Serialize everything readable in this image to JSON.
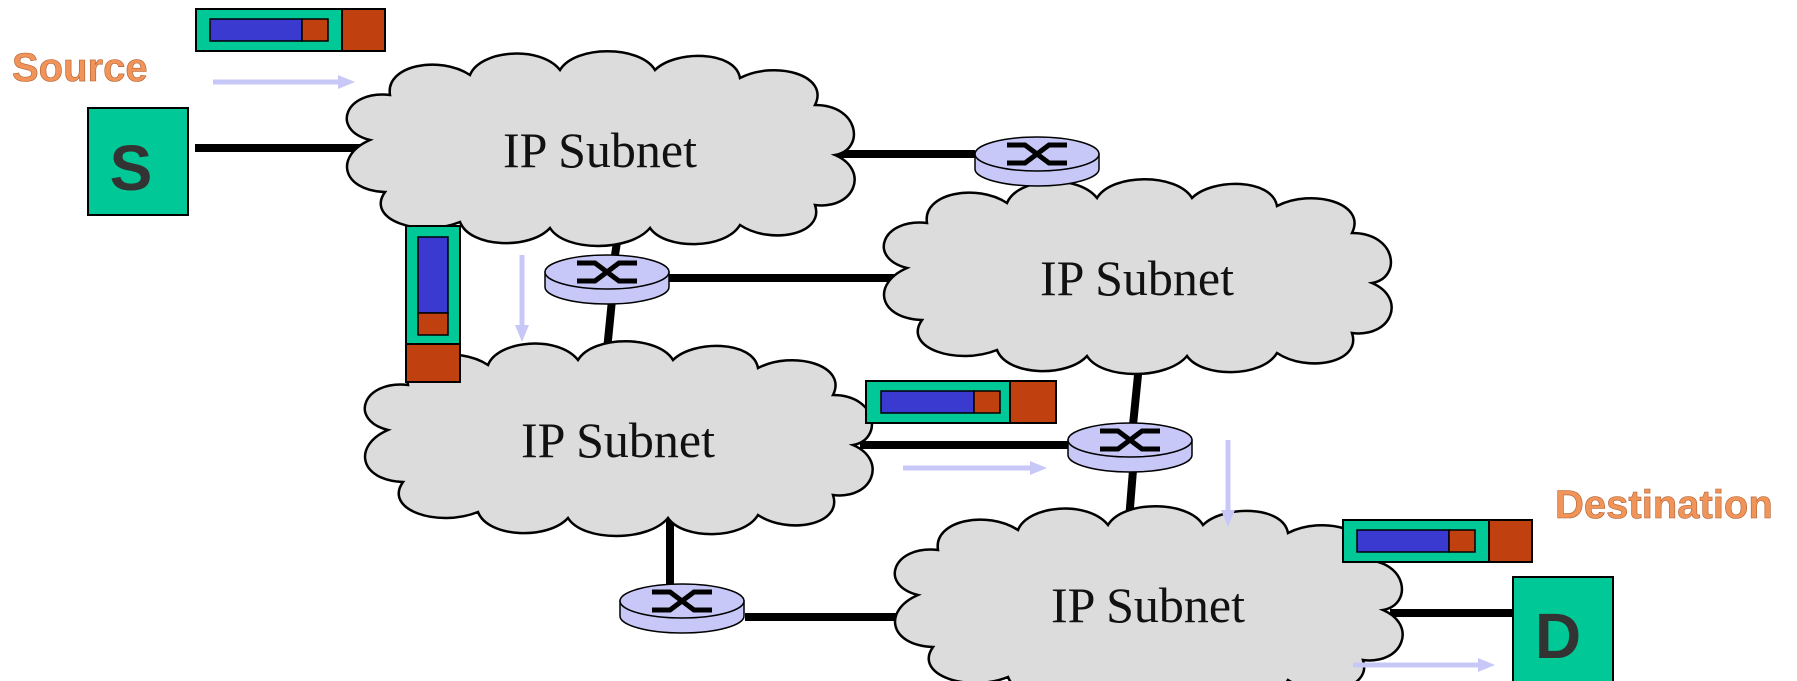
{
  "labels": {
    "source": "Source",
    "destination": "Destination"
  },
  "hosts": {
    "source_letter": "S",
    "destination_letter": "D"
  },
  "subnets": [
    {
      "label": "IP Subnet"
    },
    {
      "label": "IP Subnet"
    },
    {
      "label": "IP Subnet"
    },
    {
      "label": "IP Subnet"
    }
  ],
  "icons": {
    "router": "router-icon",
    "packet": "packet-icon",
    "arrow": "flow-arrow-icon"
  },
  "colors": {
    "host_fill": "#00c896",
    "label_orange": "#f0945a",
    "packet_outer": "#00c896",
    "packet_payload": "#3a3ad0",
    "packet_header": "#c04010",
    "router_fill": "#c8c8f8",
    "cloud_fill": "#dcdcdc",
    "arrow": "#c8c8f8"
  }
}
